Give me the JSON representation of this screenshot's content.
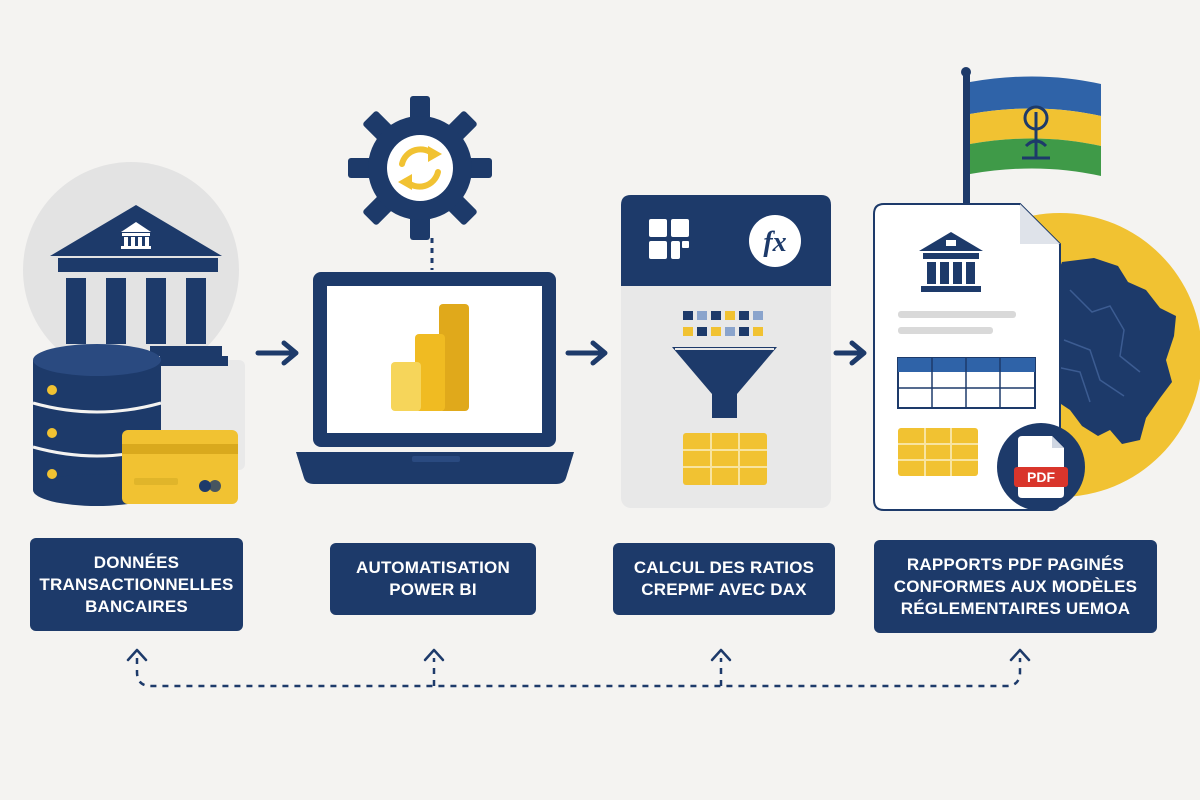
{
  "stages": [
    {
      "lines": [
        "DONNÉES",
        "TRANSACTIONNELLES",
        "BANCAIRES"
      ]
    },
    {
      "lines": [
        "AUTOMATISATION",
        "POWER BI"
      ]
    },
    {
      "lines": [
        "CALCUL DES RATIOS",
        "CREPMF AVEC DAX"
      ]
    },
    {
      "lines": [
        "RAPPORTS PDF PAGINÉS",
        "CONFORMES AUX MODÈLES",
        "RÉGLEMENTAIRES UEMOA"
      ]
    }
  ],
  "icons": {
    "bank": "bank-icon",
    "database": "database-icon",
    "card": "credit-card-icon",
    "gear": "gear-refresh-icon",
    "laptop": "laptop-icon",
    "powerbi": "power-bi-icon",
    "grid": "grid-icon",
    "fx": "fx-formula-icon",
    "funnel": "funnel-icon",
    "document": "document-icon",
    "flag": "flag-icon",
    "map": "africa-map-icon",
    "pdf": "pdf-icon"
  },
  "fx_symbol": "fx",
  "pdf_badge": "PDF",
  "colors": {
    "navy": "#1d3a6a",
    "yellow": "#f1c232",
    "light_gray": "#e6e6e6",
    "background": "#f4f3f1",
    "pdf_red": "#d9352b",
    "flag_blue": "#2f63a8",
    "flag_green": "#3f9a48"
  }
}
